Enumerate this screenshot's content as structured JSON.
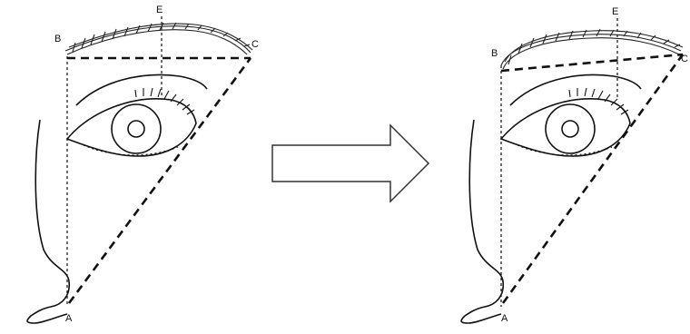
{
  "left_figure": {
    "labels": {
      "a": "A",
      "b": "B",
      "c": "C",
      "e": "E"
    }
  },
  "right_figure": {
    "labels": {
      "a": "A",
      "b": "B",
      "c": "C",
      "e": "E"
    }
  },
  "arrow": {
    "direction": "right",
    "fill": "#ffffff",
    "stroke": "#333333"
  }
}
